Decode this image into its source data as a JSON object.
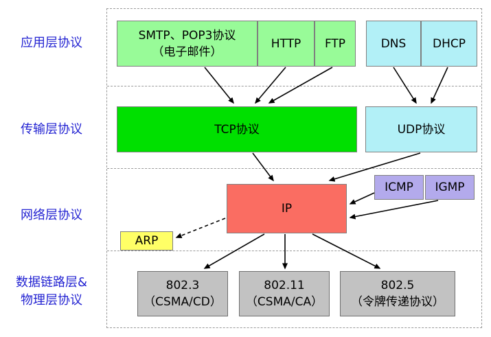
{
  "side_labels": [
    {
      "text": "应用层协议"
    },
    {
      "text": "传输层协议"
    },
    {
      "text": "网络层协议"
    },
    {
      "line1": "数据链路层&",
      "line2": "物理层协议"
    }
  ],
  "boxes": {
    "smtp": {
      "line1": "SMTP、POP3协议",
      "line2": "（电子邮件）"
    },
    "http": "HTTP",
    "ftp": "FTP",
    "dns": "DNS",
    "dhcp": "DHCP",
    "tcp": "TCP协议",
    "udp": "UDP协议",
    "icmp": "ICMP",
    "igmp": "IGMP",
    "ip": "IP",
    "arp": "ARP",
    "e8023": {
      "line1": "802.3",
      "line2": "（CSMA/CD）"
    },
    "e80211": {
      "line1": "802.11",
      "line2": "（CSMA/CA）"
    },
    "e8025": {
      "line1": "802.5",
      "line2": "（令牌传递协议）"
    }
  },
  "colors": {
    "app_layer_green": "#98fb98",
    "tcp_green": "#00e000",
    "udp_dns_cyan": "#b2f0f7",
    "ip_red": "#fa6d62",
    "icmp_igmp_purple": "#b3aaec",
    "arp_yellow": "#ffff66",
    "datalink_gray": "#c2c2c2",
    "label_blue": "#2323d2"
  }
}
